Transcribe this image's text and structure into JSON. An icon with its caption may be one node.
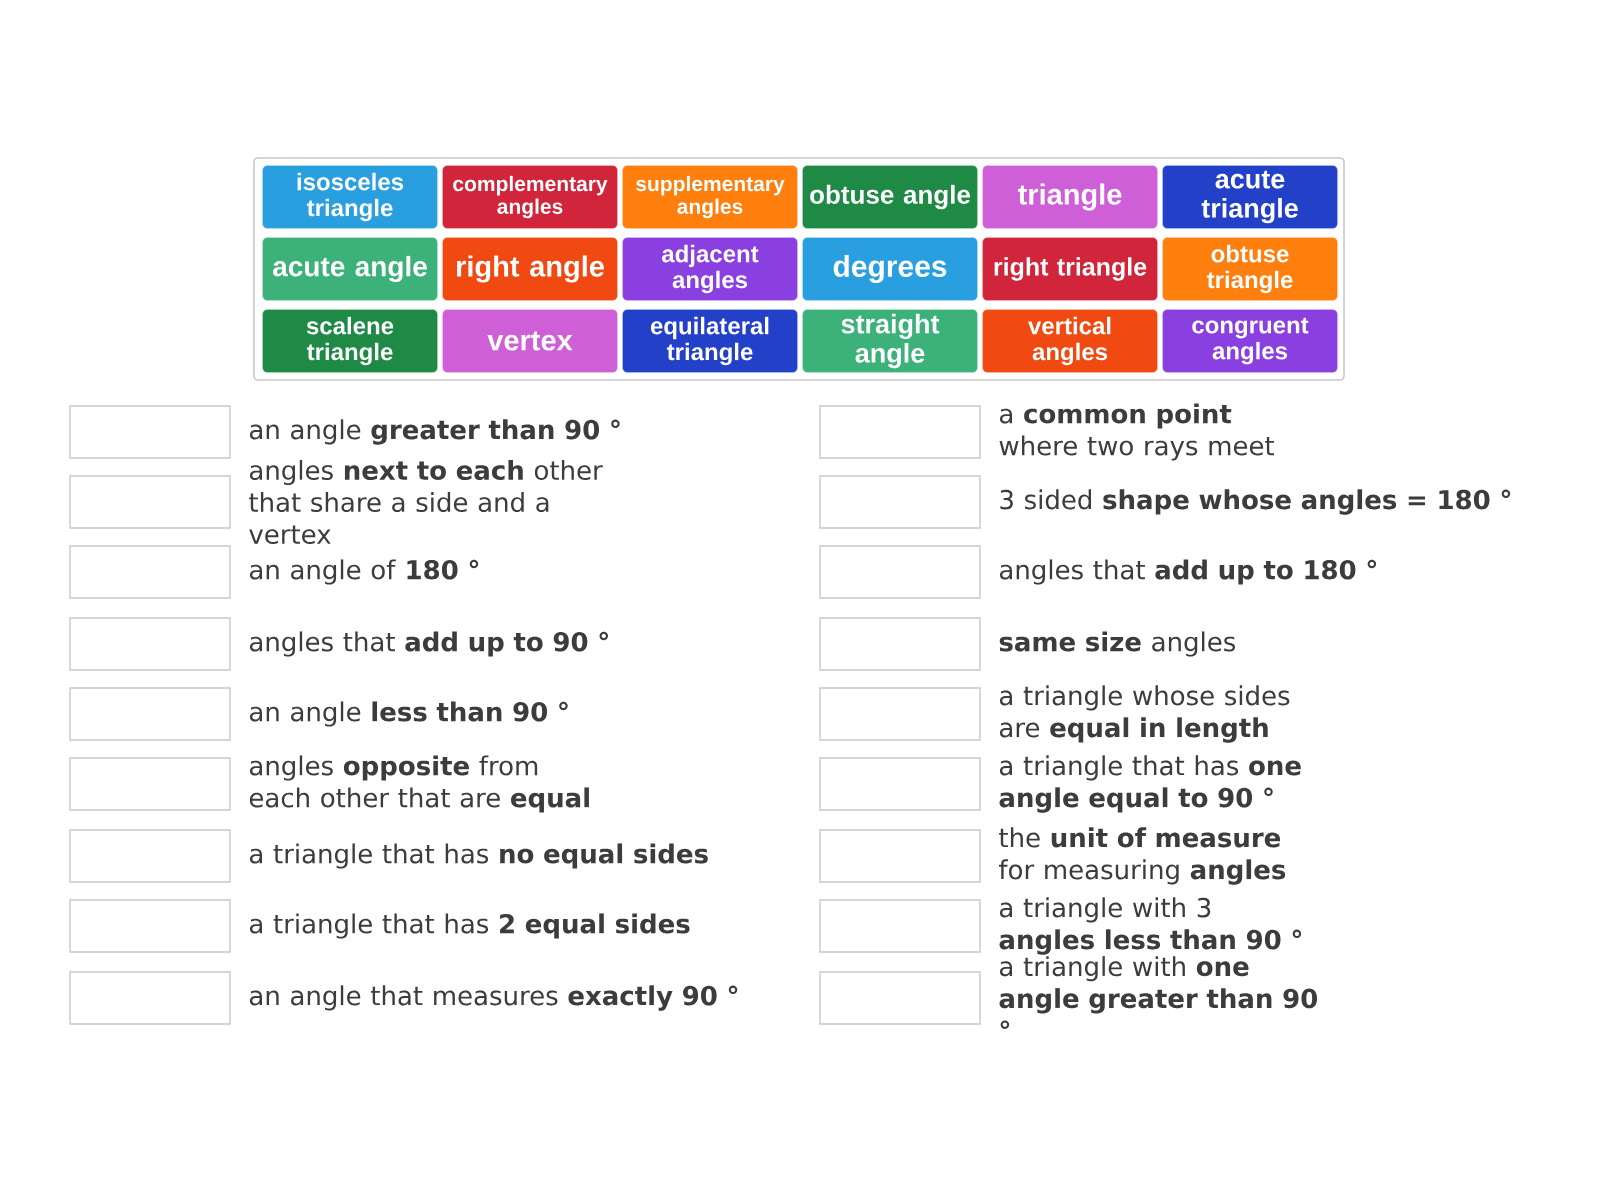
{
  "diagram": {
    "nodes": [
      {
        "text": [],
        "shape": "box"
      },
      {
        "text": [
          "isosceles triangle"
        ],
        "in": 0
      },
      {
        "text": [
          "complementary angles"
        ],
        "in": 0
      },
      {
        "text": [
          "supplementary angles"
        ],
        "in": 0
      },
      {
        "text": [
          "obtuse angle"
        ],
        "in": 0
      },
      {
        "text": [
          "triangle"
        ],
        "in": 0
      },
      {
        "text": [
          "acute triangle"
        ],
        "in": 0
      },
      {
        "text": [
          "acute angle"
        ],
        "in": 0
      },
      {
        "text": [
          "right angle"
        ],
        "in": 0
      },
      {
        "text": [
          "adjacent angles"
        ],
        "in": 0
      },
      {
        "text": [
          "degrees"
        ],
        "in": 0
      },
      {
        "text": [
          "right triangle"
        ],
        "in": 0
      },
      {
        "text": [
          "obtuse triangle"
        ],
        "in": 0
      },
      {
        "text": [
          "scalene triangle"
        ],
        "in": 0
      },
      {
        "text": [
          "vertex"
        ],
        "in": 0
      },
      {
        "text": [
          "equilateral triangle"
        ],
        "in": 0
      },
      {
        "text": [
          "straight angle"
        ],
        "in": 0
      },
      {
        "text": [
          "vertical angles"
        ],
        "in": 0
      },
      {
        "text": [
          "congruent angles"
        ],
        "in": 0
      },
      {
        "text": [],
        "shape": "box",
        "beside": [
          "an angle **greater than 90 °**"
        ]
      },
      {
        "text": [],
        "shape": "box",
        "beside": [
          "a **common point** where two rays meet"
        ]
      },
      {
        "text": [],
        "shape": "box",
        "beside": [
          "angles **next to each** other that share a side and a vertex"
        ]
      },
      {
        "text": [],
        "shape": "box",
        "beside": [
          "3 sided **shape whose angles = 180 °**"
        ]
      },
      {
        "text": [],
        "shape": "box",
        "beside": [
          "an angle of **180 °**"
        ]
      },
      {
        "text": [],
        "shape": "box",
        "beside": [
          "angles that **add up to 180 °**"
        ]
      },
      {
        "text": [],
        "shape": "box",
        "beside": [
          "angles that **add up to 90 °**"
        ]
      },
      {
        "text": [],
        "shape": "box",
        "beside": [
          "**same size** angles"
        ]
      },
      {
        "text": [],
        "shape": "box",
        "beside": [
          "an angle **less than 90 °**"
        ]
      },
      {
        "text": [],
        "shape": "box",
        "beside": [
          "a triangle whose sides are **equal in length**"
        ]
      },
      {
        "text": [],
        "shape": "box",
        "beside": [
          "angles **opposite** from each other that are **equal**"
        ]
      },
      {
        "text": [],
        "shape": "box",
        "beside": [
          "a triangle that has **one angle equal to 90 °**"
        ]
      },
      {
        "text": [],
        "shape": "box",
        "beside": [
          "a triangle that has **no equal sides**"
        ]
      },
      {
        "text": [],
        "shape": "box",
        "beside": [
          "the **unit of measure** for measuring **angles**"
        ]
      },
      {
        "text": [],
        "shape": "box",
        "beside": [
          "a triangle that has **2 equal sides**"
        ]
      },
      {
        "text": [],
        "shape": "box",
        "beside": [
          "a triangle with 3 **angles less than 90 °**"
        ]
      },
      {
        "text": [],
        "shape": "box",
        "beside": [
          "an angle that measures **exactly 90 °**"
        ]
      },
      {
        "text": [],
        "shape": "box",
        "beside": [
          "a triangle with **one angle greater than 90 °**"
        ]
      }
    ]
  }
}
